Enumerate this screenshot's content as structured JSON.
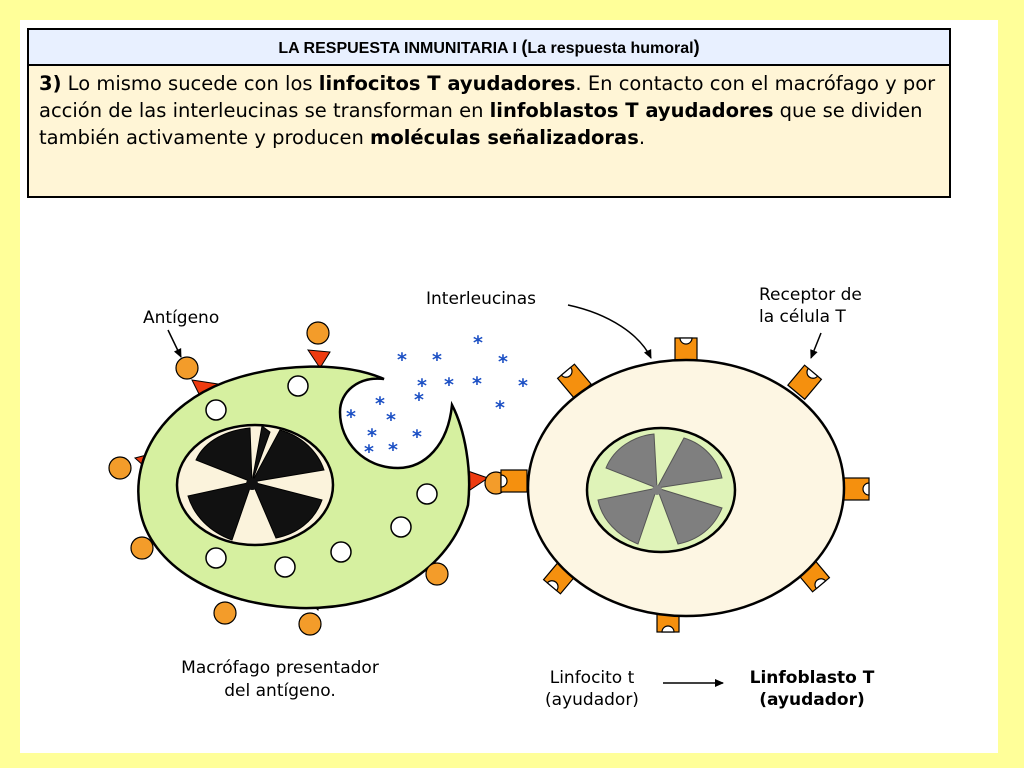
{
  "header": {
    "title_main": "LA RESPUESTA INMUNITARIA I ",
    "title_open": "(",
    "title_sub": "La respuesta humoral",
    "title_close": ")",
    "step_number": "3)",
    "text_1": " Lo mismo sucede con los ",
    "bold_1": "linfocitos T ayudadores",
    "text_2": ". En contacto con el macrófago y por acción de las interleucinas se transforman en ",
    "bold_2": "linfoblastos T ayudadores",
    "text_3": " que se dividen también activamente y producen ",
    "bold_3": "moléculas señalizadoras",
    "text_4": "."
  },
  "diagram": {
    "labels": {
      "antigen": "Antígeno",
      "interleukins": "Interleucinas",
      "receptor_line1": "Receptor de",
      "receptor_line2": "la célula T",
      "macrophage_line1": "Macrófago presentador",
      "macrophage_line2": "del antígeno.",
      "lymphocyte_line1": "Linfocito t",
      "lymphocyte_line2": "(ayudador)",
      "lymphoblast_line1": "Linfoblasto T",
      "lymphoblast_line2": "(ayudador)"
    },
    "colors": {
      "slide_background": "#ffff99",
      "macrophage_fill": "#d6f0a0",
      "antigen_fill": "#f39c2a",
      "antigen_spike": "#ee3b10",
      "lymphocyte_fill": "#fdf6e3",
      "nucleus_fill": "#dff3b8",
      "receptor_fill": "#f5900e",
      "interleukin_star": "#1b4fc4"
    }
  }
}
